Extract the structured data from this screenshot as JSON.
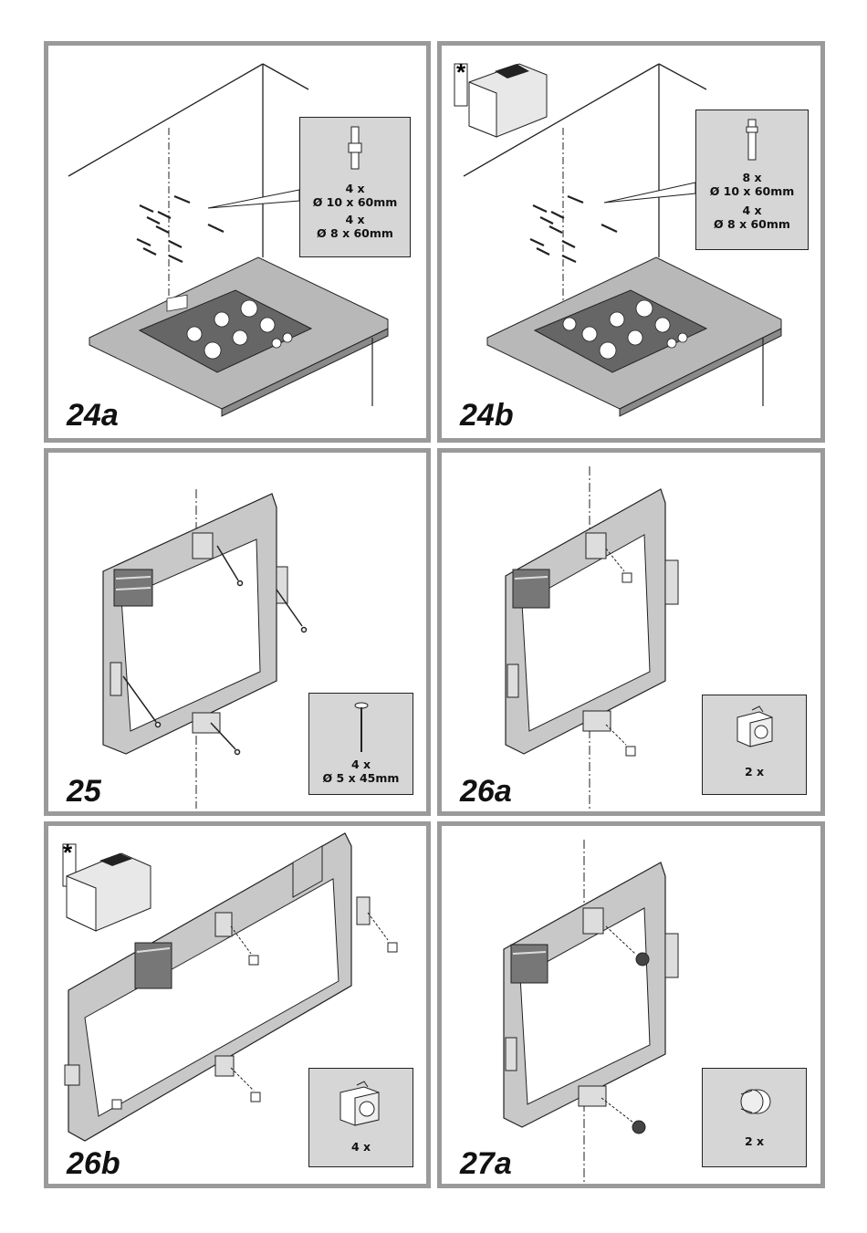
{
  "panels": {
    "p24a": {
      "label": "24a",
      "callout": {
        "line1": "4 x",
        "line2": "Ø 10 x 60mm",
        "line3": "4 x",
        "line4": "Ø 8 x 60mm"
      }
    },
    "p24b": {
      "label": "24b",
      "marker": "*",
      "callout": {
        "line1": "8 x",
        "line2": "Ø 10 x 60mm",
        "line3": "4 x",
        "line4": "Ø 8 x 60mm"
      }
    },
    "p25": {
      "label": "25",
      "callout": {
        "line1": "4 x",
        "line2": "Ø 5 x 45mm"
      }
    },
    "p26a": {
      "label": "26a",
      "callout": {
        "line1": "2 x"
      }
    },
    "p26b": {
      "label": "26b",
      "marker": "*",
      "callout": {
        "line1": "4 x"
      }
    },
    "p27a": {
      "label": "27a",
      "callout": {
        "line1": "2 x"
      }
    }
  },
  "colors": {
    "border": "#9a9a9a",
    "callout_bg": "#d6d6d6",
    "countertop": "#b8b8b8",
    "line": "#222222"
  }
}
